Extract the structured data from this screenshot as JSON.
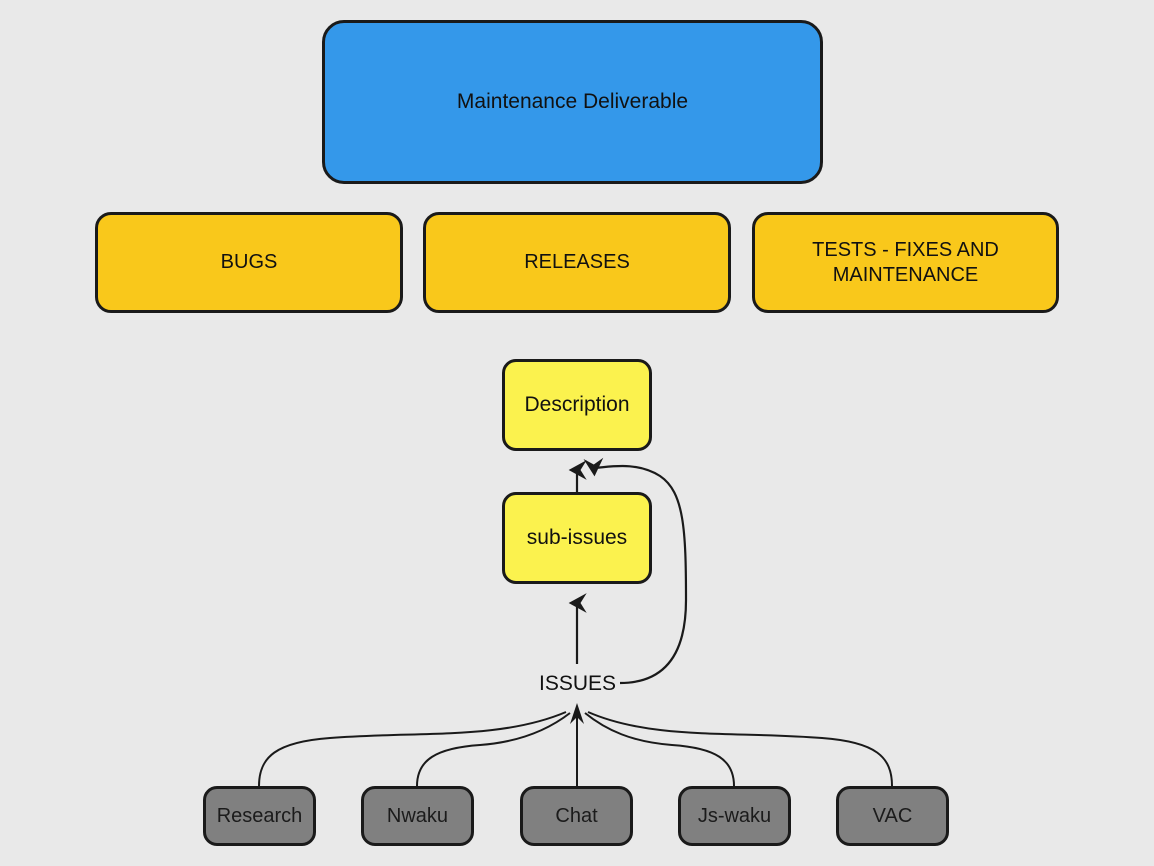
{
  "diagram": {
    "background_color": "#e9e9e9",
    "nodes": [
      {
        "id": "maintenance",
        "label": "Maintenance Deliverable",
        "color": "#3498ea",
        "shape": "rounded-rect"
      },
      {
        "id": "bugs",
        "label": "BUGS",
        "color": "#f9c81b",
        "shape": "rounded-rect"
      },
      {
        "id": "releases",
        "label": "RELEASES",
        "color": "#f9c81b",
        "shape": "rounded-rect"
      },
      {
        "id": "tests",
        "label": "TESTS - FIXES AND\nMAINTENANCE",
        "color": "#f9c81b",
        "shape": "rounded-rect"
      },
      {
        "id": "description",
        "label": "Description",
        "color": "#fbf24e",
        "shape": "rounded-rect"
      },
      {
        "id": "subissues",
        "label": "sub-issues",
        "color": "#fbf24e",
        "shape": "rounded-rect"
      },
      {
        "id": "research",
        "label": "Research",
        "color": "#808080",
        "shape": "rounded-rect"
      },
      {
        "id": "nwaku",
        "label": "Nwaku",
        "color": "#808080",
        "shape": "rounded-rect"
      },
      {
        "id": "chat",
        "label": "Chat",
        "color": "#808080",
        "shape": "rounded-rect"
      },
      {
        "id": "jswaku",
        "label": "Js-waku",
        "color": "#808080",
        "shape": "rounded-rect"
      },
      {
        "id": "vac",
        "label": "VAC",
        "color": "#808080",
        "shape": "rounded-rect"
      }
    ],
    "edge_labels": [
      {
        "id": "issues",
        "text": "ISSUES"
      }
    ],
    "edges": [
      {
        "from": "subissues",
        "to": "description",
        "arrow": true
      },
      {
        "from": "issues",
        "to": "description",
        "arrow": true,
        "style": "curved"
      },
      {
        "from": "issues",
        "to": "subissues",
        "arrow": true
      },
      {
        "from": "research",
        "to": "issues",
        "arrow": true,
        "style": "curved"
      },
      {
        "from": "nwaku",
        "to": "issues",
        "arrow": true,
        "style": "curved"
      },
      {
        "from": "chat",
        "to": "issues",
        "arrow": true
      },
      {
        "from": "jswaku",
        "to": "issues",
        "arrow": true,
        "style": "curved"
      },
      {
        "from": "vac",
        "to": "issues",
        "arrow": true,
        "style": "curved"
      }
    ]
  }
}
